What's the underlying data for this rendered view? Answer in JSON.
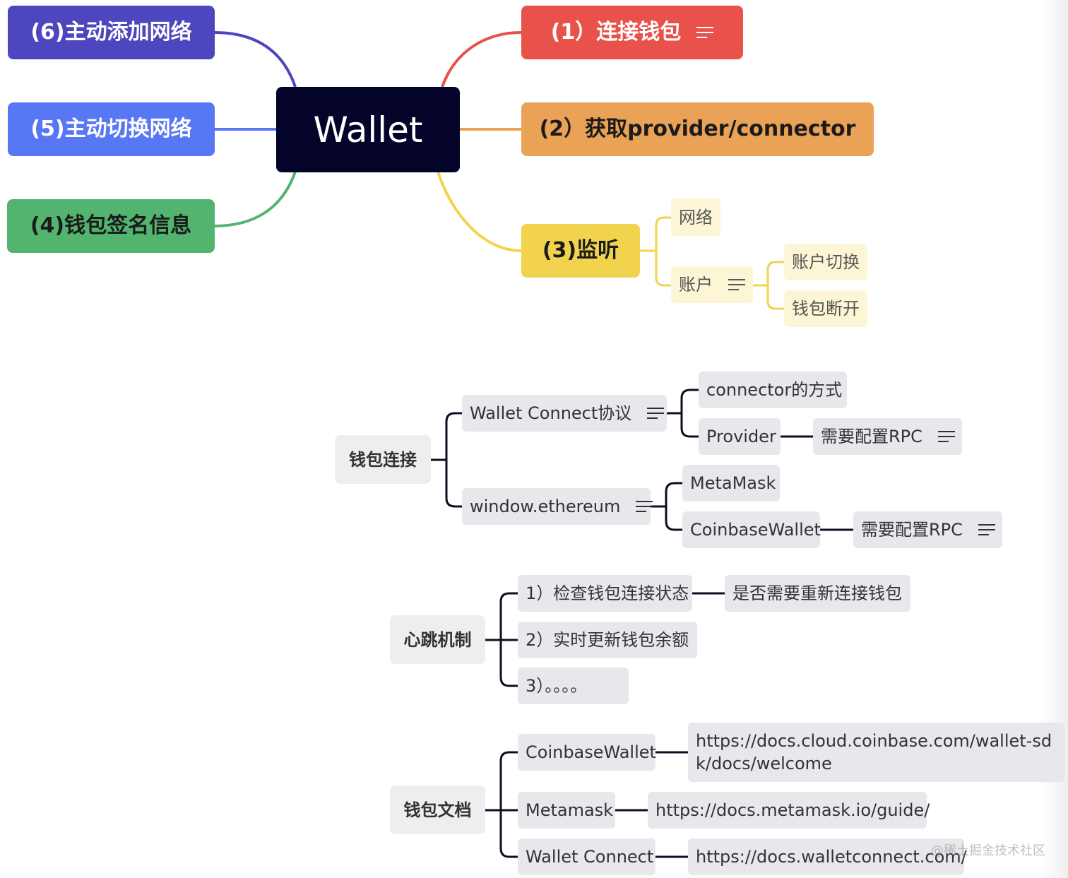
{
  "central": "Wallet",
  "left": [
    {
      "label": "(6)主动添加网络"
    },
    {
      "label": "(5)主动切换网络"
    },
    {
      "label": "(4)钱包签名信息"
    }
  ],
  "right": [
    {
      "label": "(1）连接钱包",
      "has_note": true
    },
    {
      "label": "(2）获取provider/connector"
    },
    {
      "label": "(3)监听",
      "children": [
        {
          "label": "网络"
        },
        {
          "label": "账户",
          "has_note": true,
          "children": [
            {
              "label": "账户切换"
            },
            {
              "label": "钱包断开"
            }
          ]
        }
      ]
    }
  ],
  "wallet_connection": {
    "root": "钱包连接",
    "walletconnect": {
      "label": "Wallet Connect协议",
      "has_note": true
    },
    "connector_way": "connector的方式",
    "provider": "Provider",
    "provider_rpc": "需要配置RPC",
    "window_ethereum": {
      "label": "window.ethereum",
      "has_note": true
    },
    "metamask": "MetaMask",
    "coinbase": "CoinbaseWallet",
    "coinbase_rpc": "需要配置RPC"
  },
  "heartbeat": {
    "root": "心跳机制",
    "items": [
      "1）检查钱包连接状态",
      "2）实时更新钱包余额",
      "3）。。。。"
    ],
    "reconnect": "是否需要重新连接钱包"
  },
  "docs": {
    "root": "钱包文档",
    "items": [
      {
        "name": "CoinbaseWallet",
        "url": "https://docs.cloud.coinbase.com/wallet-sdk/docs/welcome"
      },
      {
        "name": "Metamask",
        "url": "https://docs.metamask.io/guide/"
      },
      {
        "name": "Wallet Connect",
        "url": "https://docs.walletconnect.com/"
      }
    ]
  },
  "watermark": "@稀土掘金技术社区",
  "colors": {
    "central": "#04042a",
    "n6": "#4e46bf",
    "n5": "#5877f5",
    "n4": "#52b46e",
    "n1": "#e8524a",
    "n2": "#eaa256",
    "n3": "#f2d34e",
    "yellow_sub": "#fdf6d6",
    "gray_node": "#e8e8ec",
    "gray_line": "#0e0e22"
  }
}
